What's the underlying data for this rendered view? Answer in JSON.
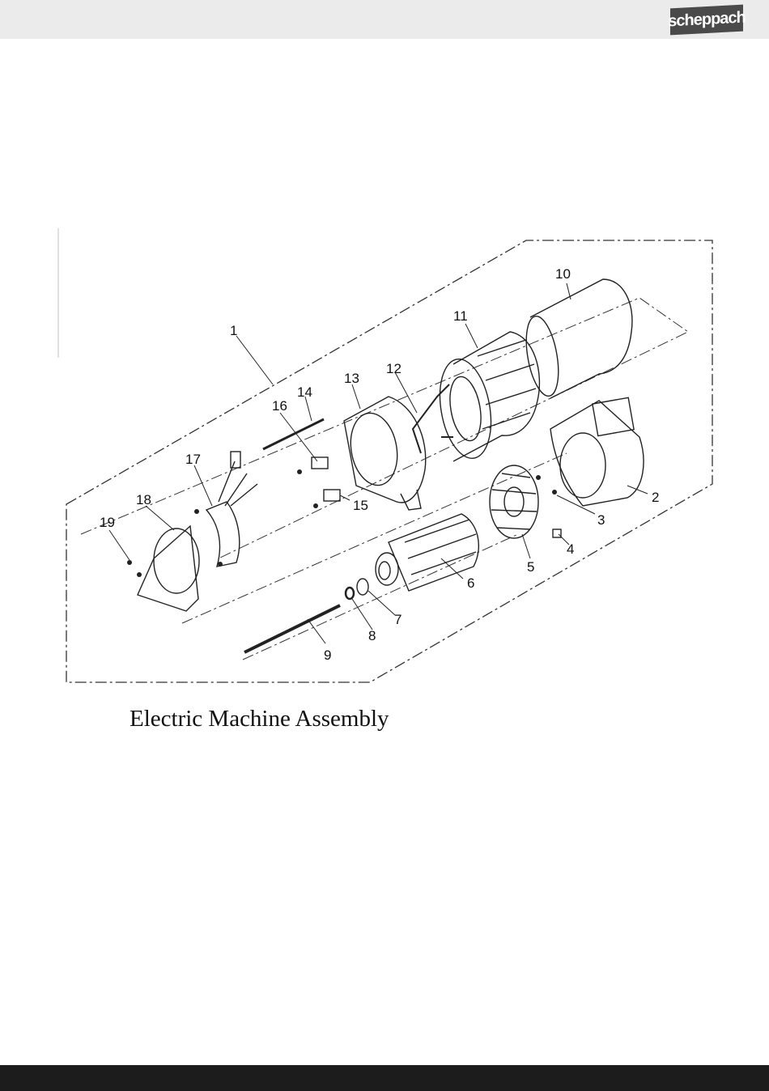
{
  "header": {
    "brand_logo": "scheppach",
    "bar_color": "#ebebeb",
    "logo_color": "#4a4a4a"
  },
  "diagram": {
    "caption": "Electric Machine Assembly",
    "part_numbers": [
      "1",
      "2",
      "3",
      "4",
      "5",
      "6",
      "7",
      "8",
      "9",
      "10",
      "11",
      "12",
      "13",
      "14",
      "15",
      "16",
      "17",
      "18",
      "19"
    ]
  },
  "footer": {
    "bar_color": "#1c1c1c"
  }
}
